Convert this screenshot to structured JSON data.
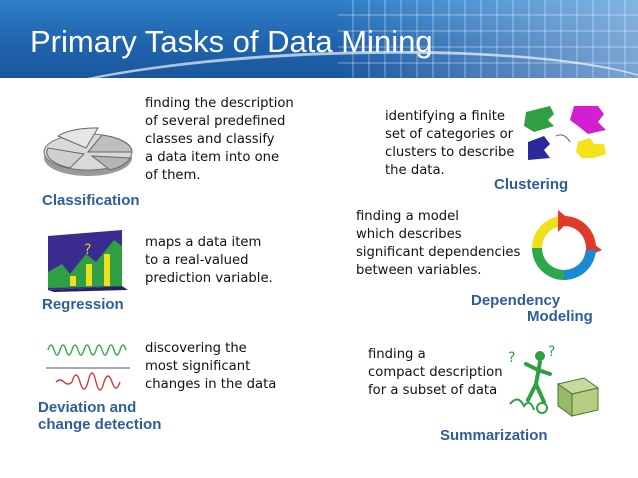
{
  "slide": {
    "title": "Primary Tasks of Data Mining"
  },
  "classification": {
    "description": "finding the description\nof several predefined\nclasses and classify\na data item into one\nof them.",
    "label": "Classification"
  },
  "regression": {
    "description": "maps a data item\nto a real-valued\nprediction variable.",
    "label": "Regression"
  },
  "deviation": {
    "description": "discovering the\nmost significant\nchanges in the data",
    "label": "Deviation and\nchange detection"
  },
  "clustering": {
    "description": "identifying a finite\nset of categories or\nclusters to describe\nthe data.",
    "label": "Clustering"
  },
  "dependency": {
    "description": "finding a model\nwhich describes\nsignificant dependencies\nbetween variables.",
    "label_line1": "Dependency",
    "label_line2": "Modeling"
  },
  "summarization": {
    "description": "finding a\ncompact description\nfor a subset of data",
    "label": "Summarization"
  },
  "icons": {
    "classification": "pie-slices-icon",
    "regression": "bar-chart-icon",
    "deviation": "waveform-icon",
    "clustering": "puzzle-pieces-icon",
    "dependency": "cycle-arrows-icon",
    "summarization": "figure-with-box-icon"
  },
  "colors": {
    "header": "#1f64ad",
    "label": "#2e5e9a"
  }
}
